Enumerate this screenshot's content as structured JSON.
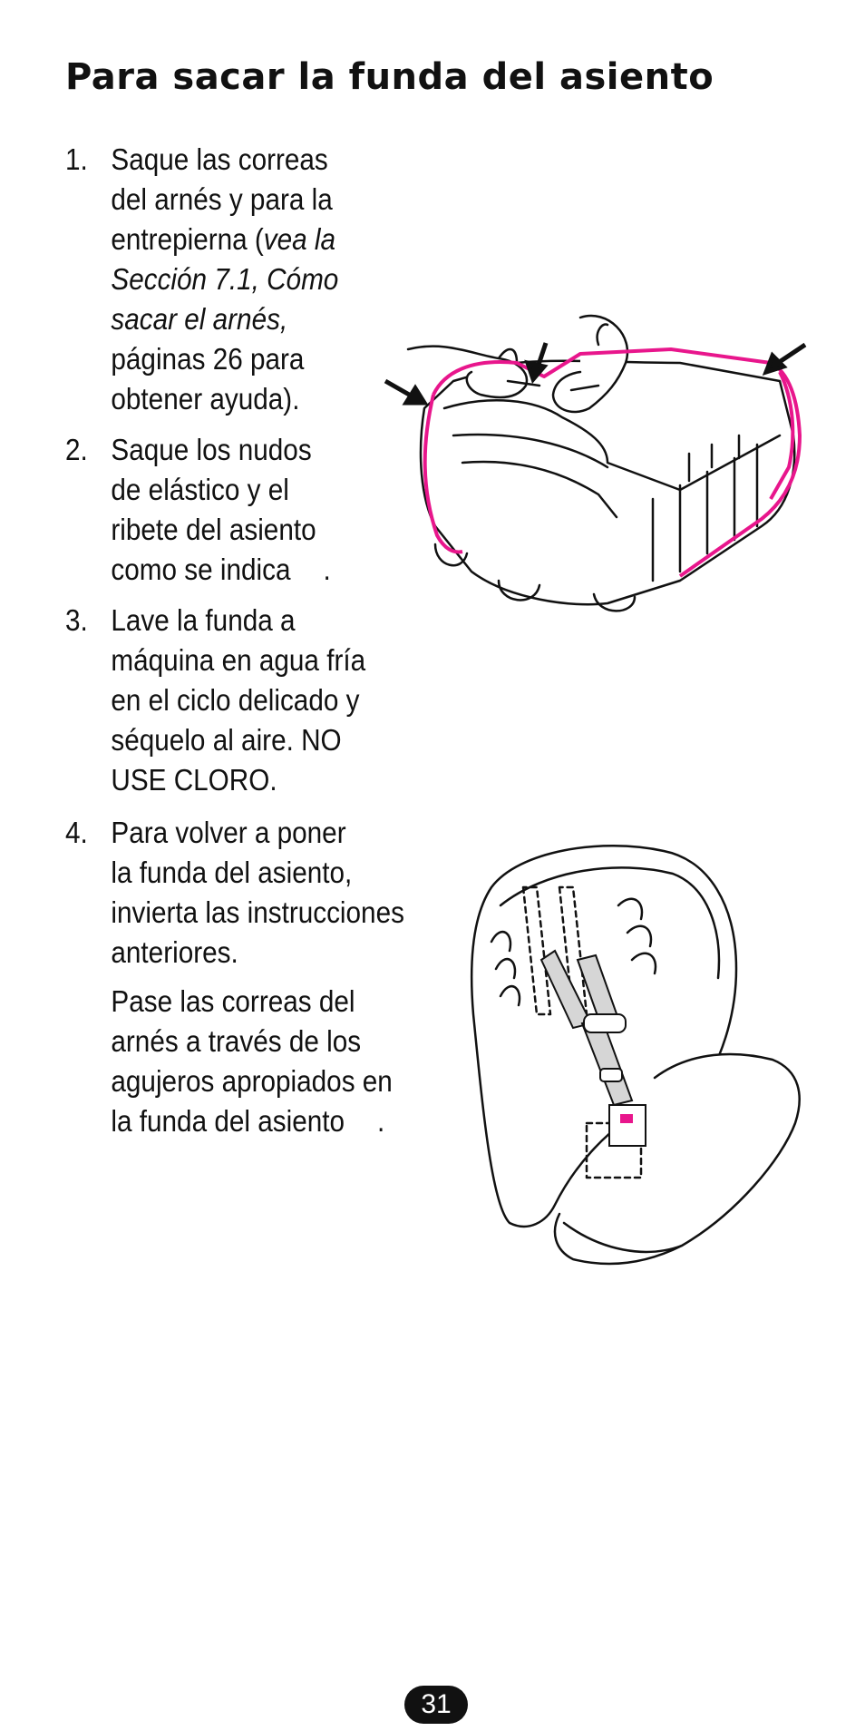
{
  "title": "Para sacar la funda del asiento",
  "steps": [
    {
      "number": "1.",
      "lines": [
        "Saque las correas",
        "del arnés y para la",
        "entrepierna (",
        "vea la",
        "Sección 7.1, Cómo",
        "sacar el arnés,",
        "páginas 26 para",
        "obtener ayuda)."
      ]
    },
    {
      "number": "2.",
      "lines": [
        "Saque los nudos",
        "de elástico y el",
        "ribete del asiento",
        "como se indica",
        "."
      ]
    },
    {
      "number": "3.",
      "lines": [
        "Lave la funda a",
        "máquina en agua fría",
        "en el ciclo delicado y",
        "séquelo al aire. NO",
        "USE CLORO."
      ]
    },
    {
      "number": "4.",
      "lines": [
        "Para volver a poner",
        "la funda del asiento,",
        "invierta las instrucciones",
        "anteriores."
      ]
    }
  ],
  "note": {
    "lines": [
      "Pase las correas del",
      "arnés a través de los",
      "agujeros apropiados en",
      "la funda del asiento",
      "."
    ]
  },
  "page_number": "31",
  "colors": {
    "accent_pink": "#e8168c",
    "ink": "#111111"
  }
}
